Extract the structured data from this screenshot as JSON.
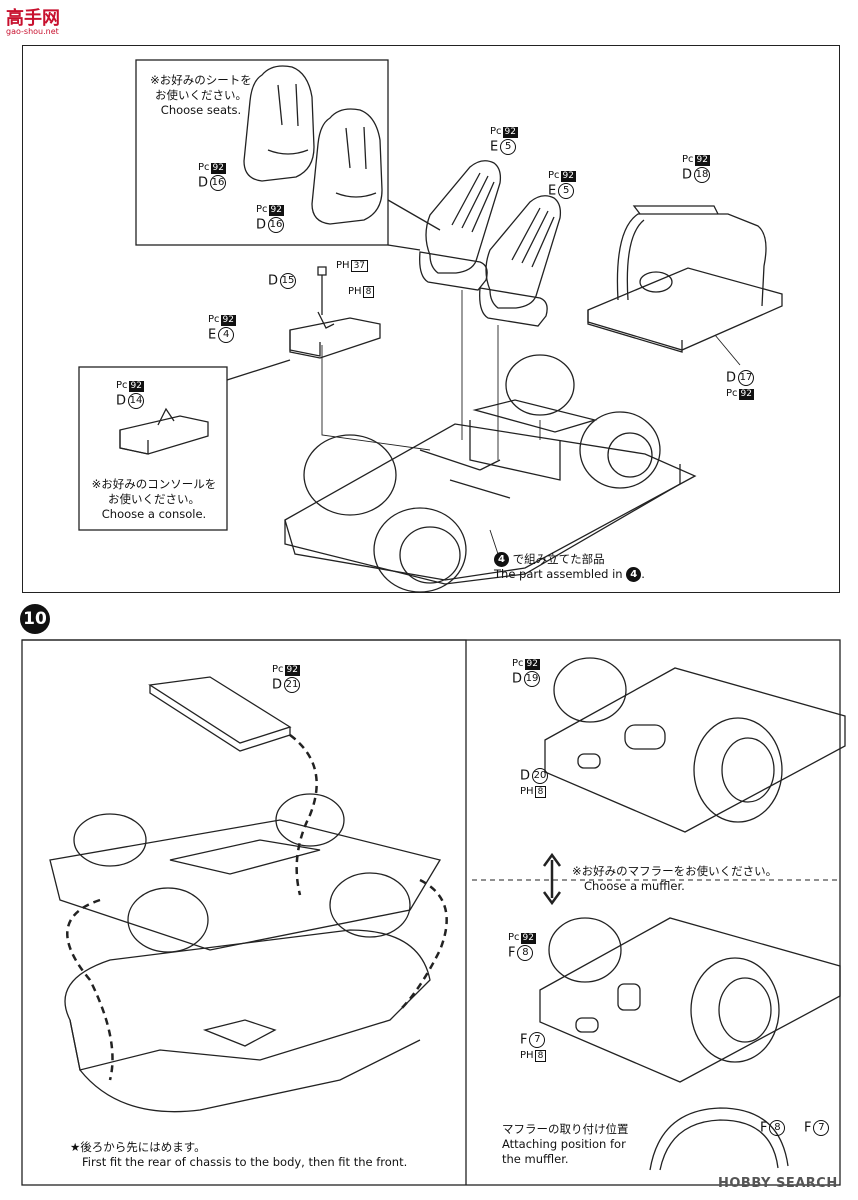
{
  "logo": {
    "text": "高手网",
    "sub": "gao-shou.net"
  },
  "step9": {
    "seat_note": [
      "※お好みのシートを",
      "お使いください。",
      "Choose seats."
    ],
    "console_note": [
      "※お好みのコンソールを",
      "お使いください。",
      "Choose a console."
    ],
    "assembled_note_jp": "で組み立てた部品",
    "assembled_note_en": "The part assembled in",
    "assembled_step": "4",
    "pc": "Pc",
    "ph": "PH",
    "labels": [
      {
        "part": "D",
        "num": "16",
        "paint": "92",
        "paint_type": "Pc"
      },
      {
        "part": "D",
        "num": "16",
        "paint": "92",
        "paint_type": "Pc"
      },
      {
        "part": "E",
        "num": "5",
        "paint": "92",
        "paint_type": "Pc"
      },
      {
        "part": "E",
        "num": "5",
        "paint": "92",
        "paint_type": "Pc"
      },
      {
        "part": "D",
        "num": "18",
        "paint": "92",
        "paint_type": "Pc"
      },
      {
        "part": "D",
        "num": "15",
        "paint": "37",
        "paint_type": "PH"
      },
      {
        "part": "",
        "num": "",
        "paint": "8",
        "paint_type": "PH"
      },
      {
        "part": "E",
        "num": "4",
        "paint": "92",
        "paint_type": "Pc"
      },
      {
        "part": "D",
        "num": "14",
        "paint": "92",
        "paint_type": "Pc"
      },
      {
        "part": "D",
        "num": "17",
        "paint": "92",
        "paint_type": "Pc"
      }
    ]
  },
  "step10": {
    "number": "10",
    "rear_note_jp": "★後ろから先にはめます。",
    "rear_note_en": "First fit the rear of chassis to the body, then fit the front.",
    "muffler_note_jp": "※お好みのマフラーをお使いください。",
    "muffler_note_en": "Choose a muffler.",
    "attach_note": [
      "マフラーの取り付け位置",
      "Attaching position for",
      "the muffler."
    ],
    "labels": [
      {
        "part": "D",
        "num": "21",
        "paint": "92",
        "paint_type": "Pc"
      },
      {
        "part": "D",
        "num": "19",
        "paint": "92",
        "paint_type": "Pc"
      },
      {
        "part": "D",
        "num": "20",
        "paint": "8",
        "paint_type": "PH"
      },
      {
        "part": "F",
        "num": "8",
        "paint": "92",
        "paint_type": "Pc"
      },
      {
        "part": "F",
        "num": "7",
        "paint": "8",
        "paint_type": "PH"
      },
      {
        "part": "F",
        "num": "8",
        "paint": "",
        "paint_type": ""
      },
      {
        "part": "F",
        "num": "7",
        "paint": "",
        "paint_type": ""
      }
    ]
  },
  "watermark": "HOBBY SEARCH"
}
